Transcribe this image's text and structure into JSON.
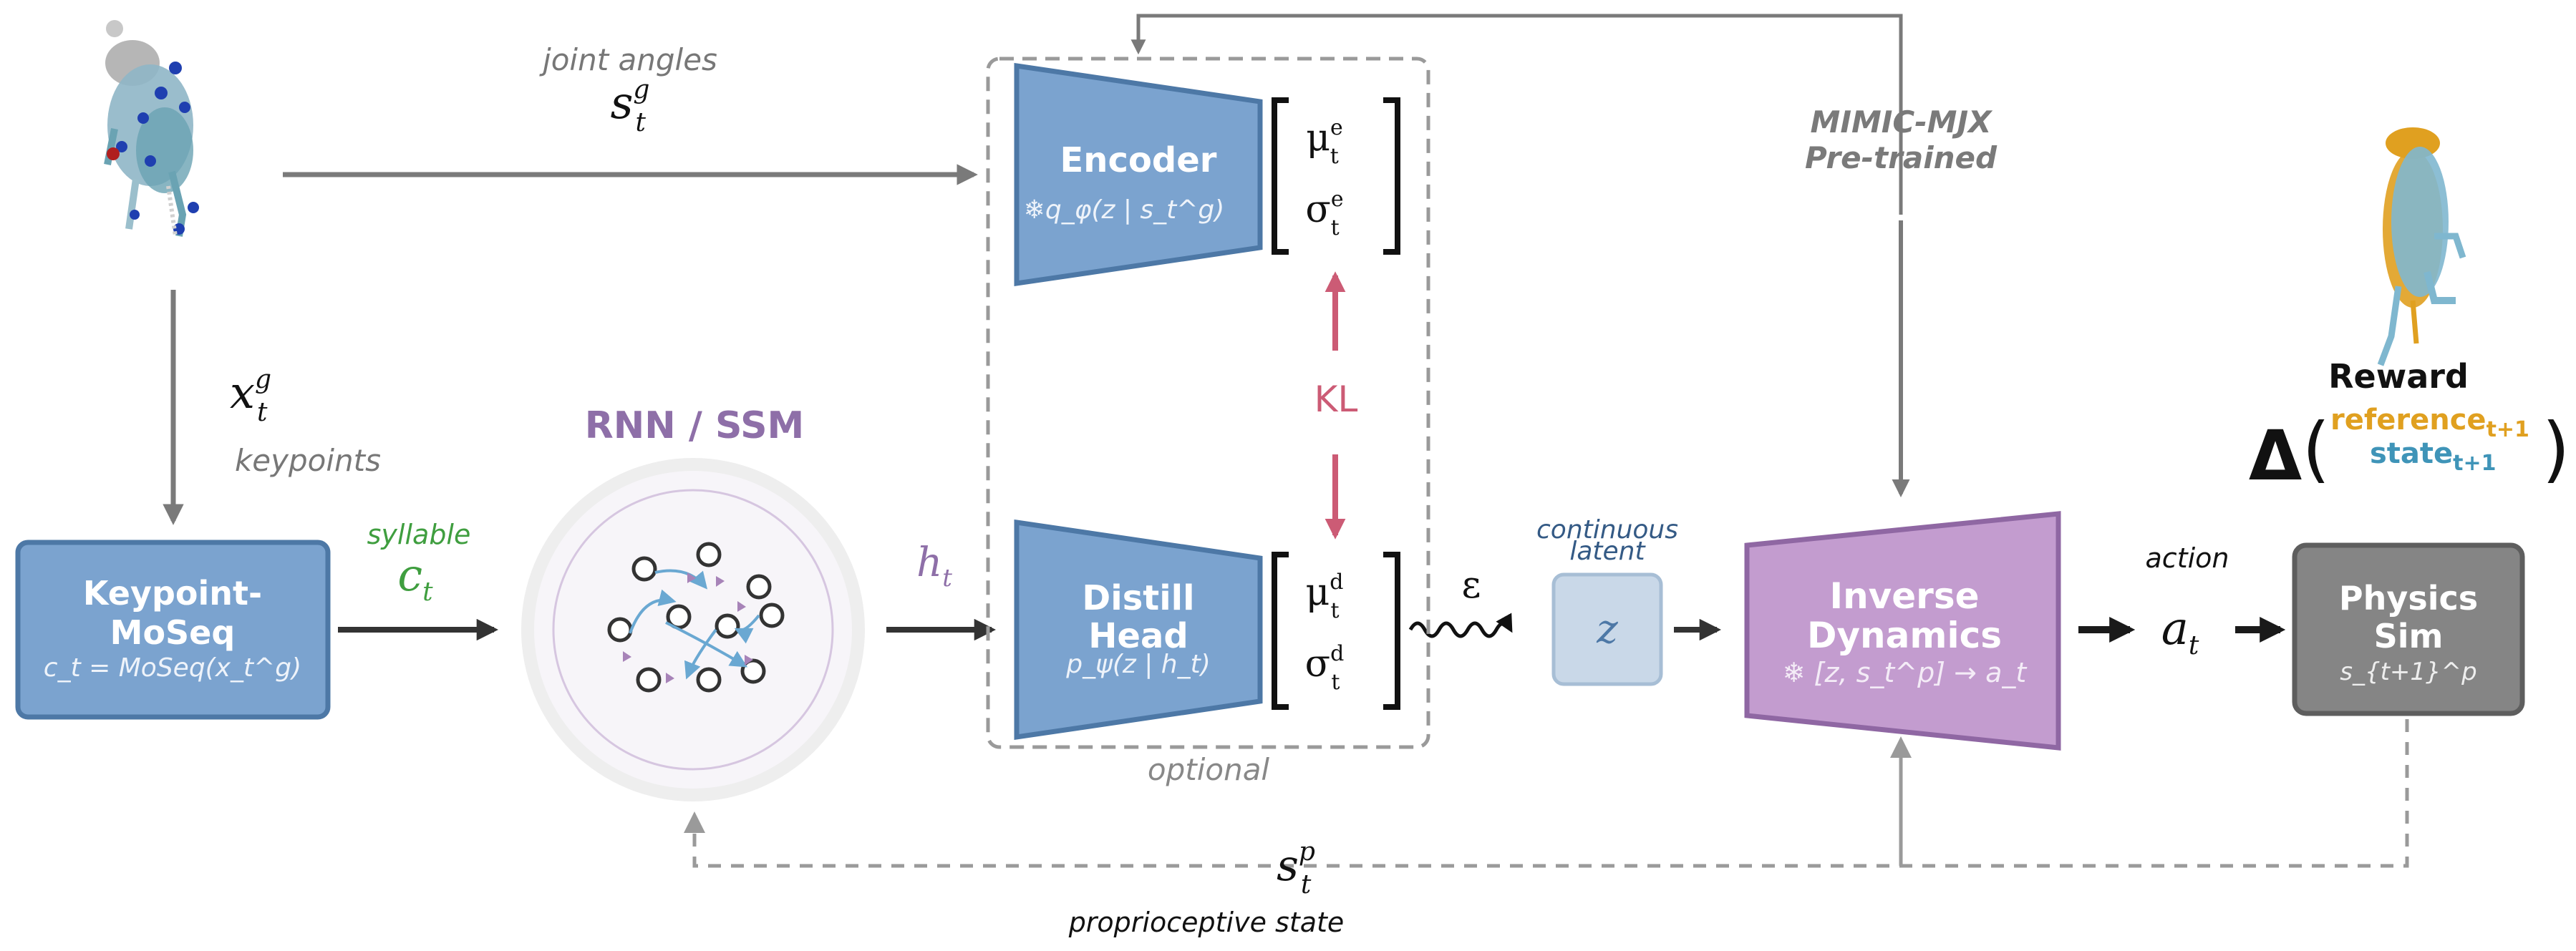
{
  "colors": {
    "blue_fill": "#7ba3cf",
    "blue_stroke": "#4d78a6",
    "purple_fill": "#c39ccf",
    "purple_stroke": "#8f67a3",
    "gray_box": "#858585",
    "gray_stroke": "#5e5e5e",
    "arrow_gray": "#7a7a7a",
    "arrow_dark": "#333333",
    "kl_pink": "#cc5b75",
    "green": "#3f9e3f",
    "rnn_purple": "#8e6fa8",
    "z_fill": "#c9d8e8",
    "orange": "#e0a020",
    "teal": "#3f94b8"
  },
  "labels": {
    "joint_angles": "joint angles",
    "s_t_g": "s",
    "s_sup_g": "g",
    "sub_t": "t",
    "x_t_g": "x",
    "keypoints": "keypoints",
    "syllable": "syllable",
    "c_t": "c",
    "rnn_ssm": "RNN / SSM",
    "h_t": "h",
    "mimic_line1": "MIMIC-MJX",
    "mimic_line2": "Pre-trained",
    "optional": "optional",
    "kl": "KL",
    "epsilon": "ε",
    "continuous": "continuous",
    "latent": "latent",
    "z": "z",
    "action": "action",
    "a_t": "a",
    "proprioceptive_state": "proprioceptive state",
    "s_t_p": "s",
    "s_sup_p": "p",
    "reward": "Reward",
    "delta": "Δ",
    "reference": "reference",
    "state": "state",
    "t_plus_1": "t+1"
  },
  "boxes": {
    "keypoint_moseq": {
      "title_line1": "Keypoint-",
      "title_line2": "MoSeq",
      "formula": "c_t = MoSeq(x_t^g)"
    },
    "encoder": {
      "title": "Encoder",
      "formula": "❄q_φ(z | s_t^g)",
      "mu": "μ",
      "sigma": "σ",
      "sup": "e"
    },
    "distill_head": {
      "title_line1": "Distill",
      "title_line2": "Head",
      "formula": "p_ψ(z | h_t)",
      "mu": "μ",
      "sigma": "σ",
      "sup": "d"
    },
    "inverse_dynamics": {
      "title_line1": "Inverse",
      "title_line2": "Dynamics",
      "formula": "❄  [z, s_t^p] → a_t"
    },
    "physics_sim": {
      "title_line1": "Physics",
      "title_line2": "Sim",
      "formula": "s_{t+1}^p"
    }
  }
}
